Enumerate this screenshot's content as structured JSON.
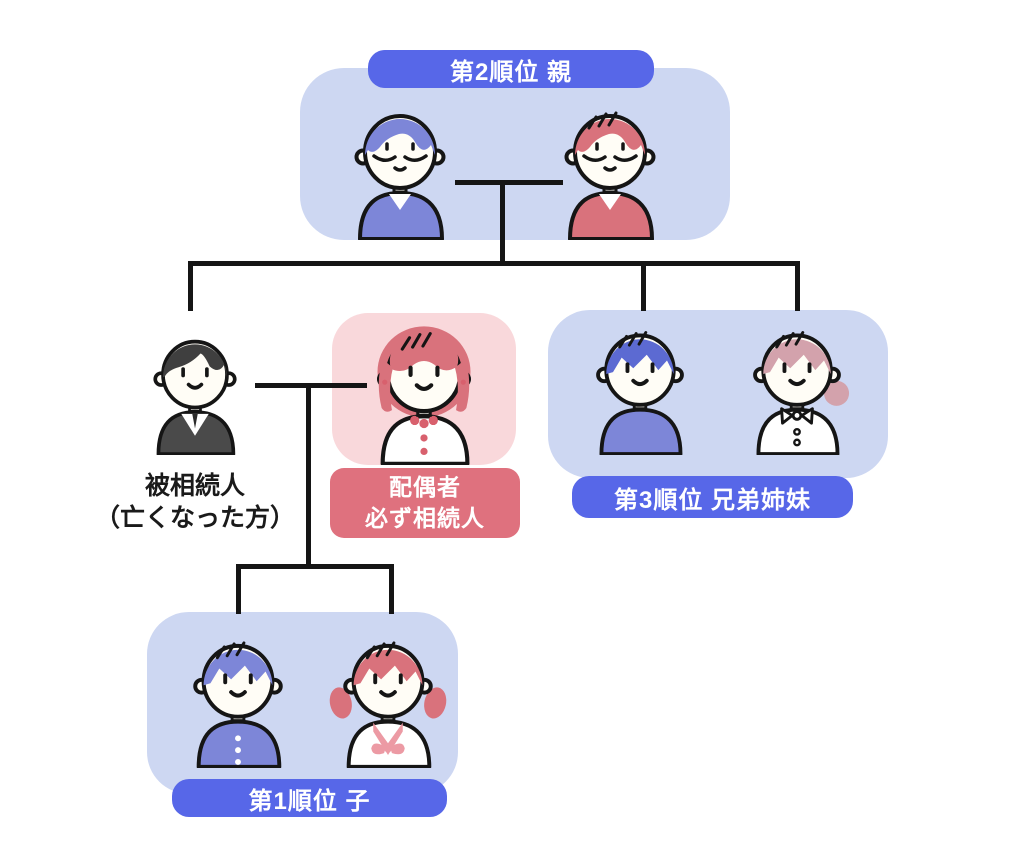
{
  "diagram": {
    "type": "family-tree-inheritance-order",
    "groups": {
      "parents": {
        "label": "第2順位 親"
      },
      "siblings": {
        "label": "第3順位 兄弟姉妹"
      },
      "children": {
        "label": "第1順位 子"
      },
      "spouse": {
        "label_line1": "配偶者",
        "label_line2": "必ず相続人"
      },
      "deceased": {
        "caption_line1": "被相続人",
        "caption_line2": "（亡くなった方）"
      }
    }
  },
  "colors": {
    "bg": "#ffffff",
    "box_blue": "#cdd7f2",
    "box_pink": "#f9d8db",
    "pill_blue": "#5767e8",
    "pill_pink": "#df717e",
    "line": "#151515",
    "ink": "#1a1a1a"
  },
  "persons": {
    "father": {
      "name": "elderly-father-icon",
      "hair": "elder",
      "hairColor": "#7d86d8",
      "face": "elderly",
      "outfit": "vshirt",
      "shirtColor": "#7d86d8",
      "slashes": false
    },
    "mother": {
      "name": "elderly-mother-icon",
      "hair": "elder",
      "hairColor": "#d9727c",
      "face": "elderly",
      "outfit": "vshirt",
      "shirtColor": "#d9727c",
      "slashes": true
    },
    "deceased": {
      "name": "deceased-man-icon",
      "hair": "side",
      "hairColor": "#3f3f3f",
      "face": "young",
      "outfit": "suit",
      "shirtColor": "#4a4a4a",
      "slashes": false
    },
    "spouse": {
      "name": "spouse-woman-icon",
      "hair": "bob",
      "hairColor": "#d9727c",
      "face": "young",
      "outfit": "blouse",
      "shirtColor": "#ffffff",
      "accent": "#d8606d",
      "earrings": true,
      "slashes": true
    },
    "brother": {
      "name": "brother-icon",
      "hair": "fringe",
      "hairColor": "#5c6ad2",
      "face": "young",
      "outfit": "shirt",
      "shirtColor": "#7d86d8",
      "slashes": true
    },
    "sister": {
      "name": "sister-icon",
      "hair": "bun",
      "hairColor": "#d3a2ac",
      "face": "young",
      "outfit": "bowtie",
      "shirtColor": "#ffffff",
      "slashes": true
    },
    "boy": {
      "name": "child-boy-icon",
      "hair": "fringe",
      "hairColor": "#7d86d8",
      "face": "young",
      "outfit": "shirt",
      "shirtColor": "#7d86d8",
      "slashes": true,
      "buttons": "white3"
    },
    "girl": {
      "name": "child-girl-icon",
      "hair": "pigtails",
      "hairColor": "#d9727c",
      "face": "young",
      "outfit": "sailor",
      "shirtColor": "#ffffff",
      "accent": "#ec9aa4",
      "slashes": true
    }
  }
}
